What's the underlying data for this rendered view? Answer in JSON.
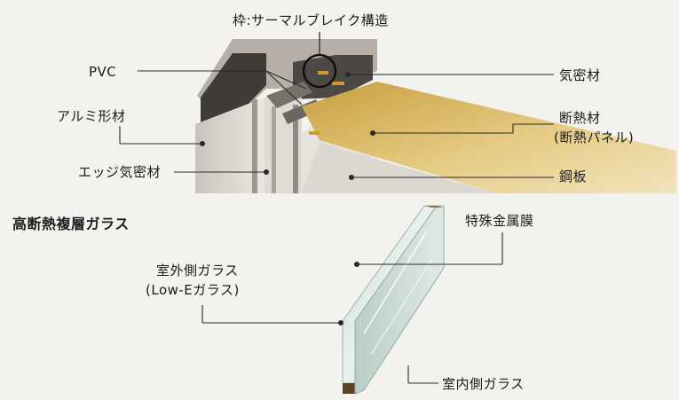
{
  "upper_diagram": {
    "frame_label": "枠:サーマルブレイク構造",
    "labels": {
      "pvc": "PVC",
      "aluminum": "アルミ形材",
      "edge_seal": "エッジ気密材",
      "airtight": "気密材",
      "insulation_line1": "断熱材",
      "insulation_line2": "(断熱パネル)",
      "steel_plate": "鋼板"
    }
  },
  "lower_diagram": {
    "title": "高断熱複層ガラス",
    "labels": {
      "metal_film": "特殊金属膜",
      "outer_glass_line1": "室外側ガラス",
      "outer_glass_line2": "(Low-Eガラス)",
      "inner_glass": "室内側ガラス"
    }
  },
  "colors": {
    "background": "#f3f2ef",
    "aluminum": "#d8d4ce",
    "aluminum_dark": "#5b5750",
    "insulation_panel": "#e2c479",
    "steel": "#e9e6e1",
    "glass": "#d7e6e2",
    "highlight_circle": "#111111"
  }
}
